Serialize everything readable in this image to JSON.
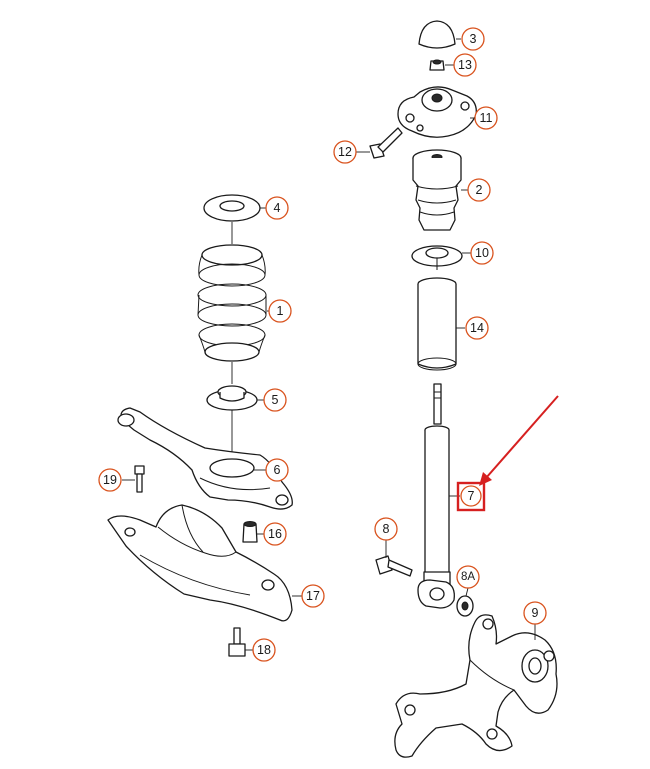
{
  "callouts": [
    {
      "id": "c1",
      "label": "1"
    },
    {
      "id": "c2",
      "label": "2"
    },
    {
      "id": "c3",
      "label": "3"
    },
    {
      "id": "c4",
      "label": "4"
    },
    {
      "id": "c5",
      "label": "5"
    },
    {
      "id": "c6",
      "label": "6"
    },
    {
      "id": "c7",
      "label": "7"
    },
    {
      "id": "c8",
      "label": "8"
    },
    {
      "id": "c8a",
      "label": "8A"
    },
    {
      "id": "c9",
      "label": "9"
    },
    {
      "id": "c10",
      "label": "10"
    },
    {
      "id": "c11",
      "label": "11"
    },
    {
      "id": "c12",
      "label": "12"
    },
    {
      "id": "c13",
      "label": "13"
    },
    {
      "id": "c14",
      "label": "14"
    },
    {
      "id": "c16",
      "label": "16"
    },
    {
      "id": "c17",
      "label": "17"
    },
    {
      "id": "c18",
      "label": "18"
    },
    {
      "id": "c19",
      "label": "19"
    }
  ],
  "highlight": {
    "callout": "7",
    "color": "#d62020"
  },
  "colors": {
    "bubble_outline": "#d9531e",
    "line_art": "#1a1a1a",
    "background": "#ffffff"
  }
}
